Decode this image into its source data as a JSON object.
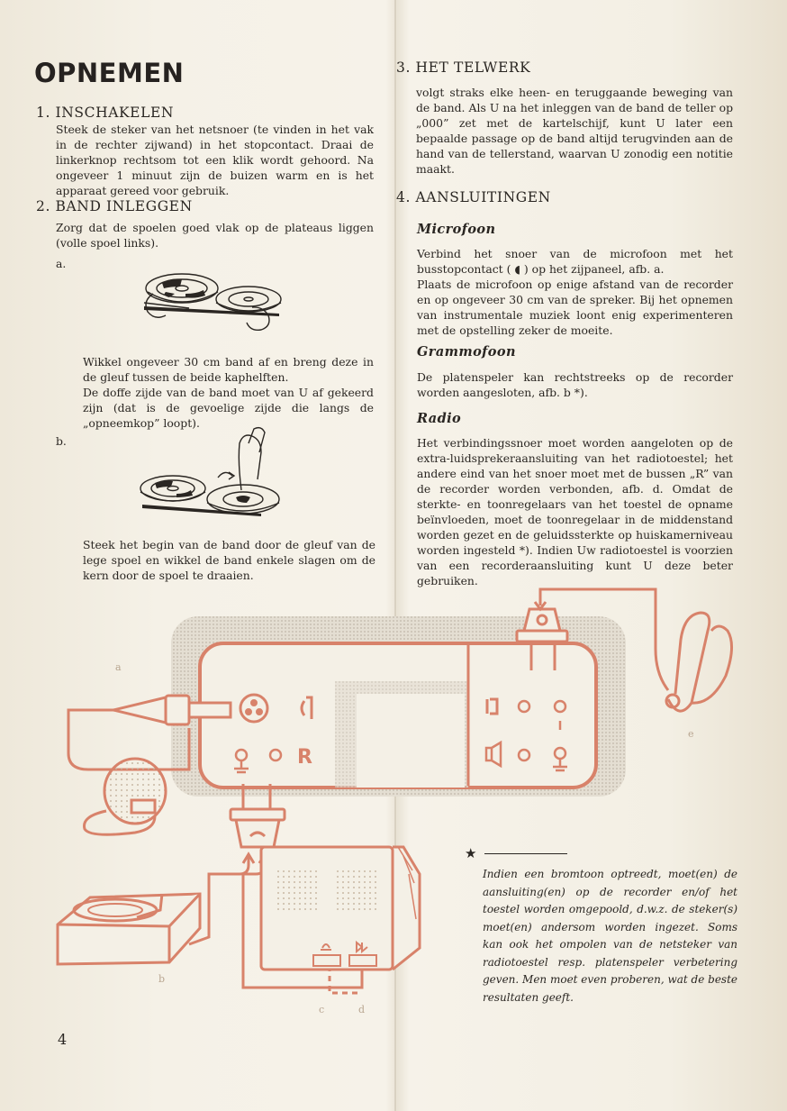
{
  "title": "OPNEMEN",
  "left_column": {
    "section1": {
      "heading": "1. INSCHAKELEN",
      "text": "Steek de steker van het netsnoer (te vinden in het vak in de rechter zijwand) in het stopcontact. Draai de linkerknop rechtsom tot een klik wordt gehoord. Na ongeveer 1 minuut zijn de buizen warm en is het apparaat gereed voor gebruik."
    },
    "section2": {
      "heading": "2. BAND INLEGGEN",
      "intro": "Zorg dat de spoelen goed vlak op de plateaus liggen (volle spoel links).",
      "step_a_label": "a.",
      "step_a_text1": "Wikkel ongeveer 30 cm band af en breng deze in de gleuf tussen de beide kaphelften.",
      "step_a_text2": "De doffe zijde van de band moet van U af gekeerd zijn (dat is de gevoelige zijde die langs de „opneemkop” loopt).",
      "step_b_label": "b.",
      "step_b_text": "Steek het begin van de band door de gleuf van de lege spoel en wikkel de band enkele slagen om de kern door de spoel te draaien."
    }
  },
  "right_column": {
    "section3": {
      "heading": "3. HET TELWERK",
      "text": "volgt straks elke heen- en teruggaande beweging van de band. Als U na het inleggen van de band de teller op „000” zet met de kartelschijf, kunt U later een bepaalde passage op de band altijd terugvinden aan de hand van de tellerstand, waarvan U zonodig een notitie maakt."
    },
    "section4": {
      "heading": "4. AANSLUITINGEN",
      "microfoon_heading": "Microfoon",
      "microfoon_text1": "Verbind het snoer van de microfoon met het busstopcontact ( ◖ ) op het zijpaneel, afb. a.",
      "microfoon_text2": "Plaats de microfoon op enige afstand van de recorder en op ongeveer 30 cm van de spreker. Bij het opnemen van instrumentale muziek loont enig experimenteren met de opstelling zeker de moeite.",
      "grammofoon_heading": "Grammofoon",
      "grammofoon_text": "De platenspeler kan rechtstreeks op de recorder worden aangesloten, afb. b *).",
      "radio_heading": "Radio",
      "radio_text": "Het verbindingssnoer moet worden aangeloten op de extra-luidsprekeraansluiting van het radiotoestel; het andere eind van het snoer moet met de bussen „R” van de recorder worden verbonden, afb. d. Omdat de sterkte- en toonregelaars van het toestel de opname beïnvloeden, moet de toonregelaar in de middenstand worden gezet en de geluidssterkte op huiskamerniveau worden ingesteld *). Indien Uw radiotoestel is voorzien van een recorderaansluiting kunt U deze beter gebruiken."
    }
  },
  "diagram": {
    "label_a": "a",
    "label_b": "b",
    "label_c": "c",
    "label_d": "d",
    "label_e": "e",
    "panel_R": "R"
  },
  "footnote": {
    "star": "★",
    "text": "Indien een bromtoon optreedt, moet(en) de aansluiting(en) op de recorder en/of het toestel worden omgepoold, d.w.z. de steker(s) moet(en) andersom worden ingezet. Soms kan ook het ompolen van de netsteker van radiotoestel resp. platenspeler verbetering geven. Men moet even proberen, wat de beste resultaten geeft."
  },
  "page_number": "4",
  "colors": {
    "ink": "#2a2622",
    "diagram": "#d8826a",
    "diagram_shade": "#c8beb0",
    "paper": "#f3efe4"
  }
}
